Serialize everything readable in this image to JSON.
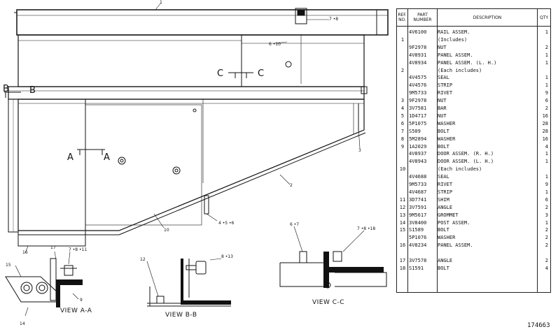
{
  "drawing": {
    "section_labels": {
      "b_left": "B",
      "b_right": "B",
      "c_left": "C",
      "c_right": "C",
      "a_left": "A",
      "a_right": "A"
    },
    "callouts": {
      "c1": "1",
      "c7_8": "7 •8",
      "c6_10": "6 •10",
      "c3": "3",
      "c2": "2",
      "c4_5_6": "4 •5 •6",
      "c10": "10",
      "c16": "16",
      "c17": "17",
      "c7_8_11": "7 •8 •11",
      "c15": "15",
      "c9": "9",
      "c14": "14",
      "c12": "12",
      "c8_13": "8 •13",
      "c6_7": "6 •7",
      "c7_8_18": "7 •8 •18"
    },
    "views": {
      "aa": "VIEW  A-A",
      "bb": "VIEW  B-B",
      "cc": "VIEW  C-C"
    }
  },
  "parts_table": {
    "headers": {
      "ref": "REF. NO.",
      "part": "PART NUMBER",
      "desc": "DESCRIPTION",
      "qty": "QTY"
    },
    "rows": [
      {
        "ref": "",
        "pn": "4V6100",
        "desc": "RAIL ASSEM.",
        "qty": "1"
      },
      {
        "ref": "1",
        "pn": "",
        "desc": "(Includes)",
        "qty": ""
      },
      {
        "ref": "",
        "pn": "9F2978",
        "desc": "NUT",
        "qty": "2"
      },
      {
        "ref": "",
        "pn": "4V8931",
        "desc": "PANEL ASSEM.",
        "qty": "1"
      },
      {
        "ref": "",
        "pn": "4V8934",
        "desc": "PANEL ASSEM. (L. H.)",
        "qty": "1"
      },
      {
        "ref": "2",
        "pn": "",
        "desc": "(Each includes)",
        "qty": ""
      },
      {
        "ref": "",
        "pn": "4V4575",
        "desc": "SEAL",
        "qty": "1"
      },
      {
        "ref": "",
        "pn": "4V4576",
        "desc": "STRIP",
        "qty": "1"
      },
      {
        "ref": "",
        "pn": "9M5733",
        "desc": "RIVET",
        "qty": "9"
      },
      {
        "ref": "3",
        "pn": "9F2978",
        "desc": "NUT",
        "qty": "6"
      },
      {
        "ref": "4",
        "pn": "3V7581",
        "desc": "BAR",
        "qty": "2"
      },
      {
        "ref": "5",
        "pn": "1D4717",
        "desc": "NUT",
        "qty": "16"
      },
      {
        "ref": "6",
        "pn": "5P1075",
        "desc": "WASHER",
        "qty": "28"
      },
      {
        "ref": "7",
        "pn": "S509",
        "desc": "BOLT",
        "qty": "28"
      },
      {
        "ref": "8",
        "pn": "5M2894",
        "desc": "WASHER",
        "qty": "16"
      },
      {
        "ref": "9",
        "pn": "1A2029",
        "desc": "BOLT",
        "qty": "4"
      },
      {
        "ref": "",
        "pn": "4V8937",
        "desc": "DOOR ASSEM. (R. H.)",
        "qty": "1"
      },
      {
        "ref": "",
        "pn": "4V8943",
        "desc": "DOOR ASSEM. (L. H.)",
        "qty": "1"
      },
      {
        "ref": "10",
        "pn": "",
        "desc": "(Each includes)",
        "qty": ""
      },
      {
        "ref": "",
        "pn": "4V4688",
        "desc": "SEAL",
        "qty": "1"
      },
      {
        "ref": "",
        "pn": "9M5733",
        "desc": "RIVET",
        "qty": "9"
      },
      {
        "ref": "",
        "pn": "4V4687",
        "desc": "STRIP",
        "qty": "1"
      },
      {
        "ref": "11",
        "pn": "3D7741",
        "desc": "SHIM",
        "qty": "6"
      },
      {
        "ref": "12",
        "pn": "3V7591",
        "desc": "ANGLE",
        "qty": "2"
      },
      {
        "ref": "13",
        "pn": "9M5617",
        "desc": "GROMMET",
        "qty": "3"
      },
      {
        "ref": "14",
        "pn": "3V8400",
        "desc": "POST ASSEM.",
        "qty": "1"
      },
      {
        "ref": "15",
        "pn": "S1589",
        "desc": "BOLT",
        "qty": "2"
      },
      {
        "ref": "",
        "pn": "5P1076",
        "desc": "WASHER",
        "qty": "2"
      },
      {
        "ref": "16",
        "pn": "4V8234",
        "desc": "PANEL ASSEM.",
        "qty": "2"
      },
      {
        "ref": "",
        "pn": "",
        "desc": "",
        "qty": ""
      },
      {
        "ref": "17",
        "pn": "3V7578",
        "desc": "ANGLE",
        "qty": "2"
      },
      {
        "ref": "18",
        "pn": "S1591",
        "desc": "BOLT",
        "qty": "4"
      }
    ]
  },
  "drawing_code": "174663"
}
